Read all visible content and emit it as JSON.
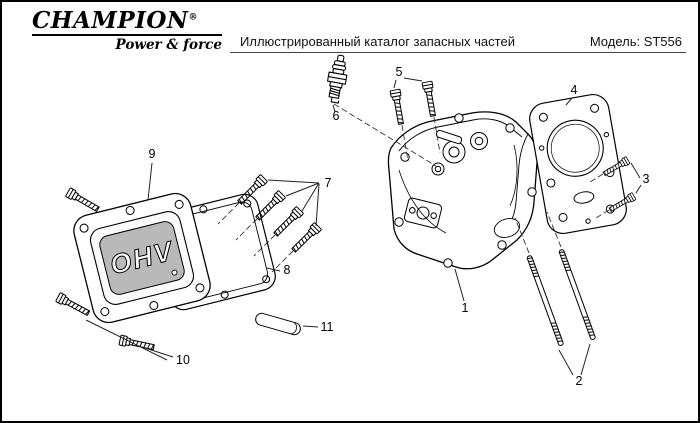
{
  "header": {
    "brand": "CHAMPION",
    "reg_mark": "®",
    "tagline": "Power & force",
    "title": "Иллюстрированный каталог запасных частей",
    "model": "Модель: ST556"
  },
  "diagram": {
    "cover_label": "OHV",
    "labels": [
      "1",
      "2",
      "3",
      "4",
      "5",
      "6",
      "7",
      "8",
      "9",
      "10",
      "11"
    ]
  },
  "colors": {
    "ink": "#000000",
    "paper": "#ffffff",
    "cover_face": "#b9b9b9"
  }
}
